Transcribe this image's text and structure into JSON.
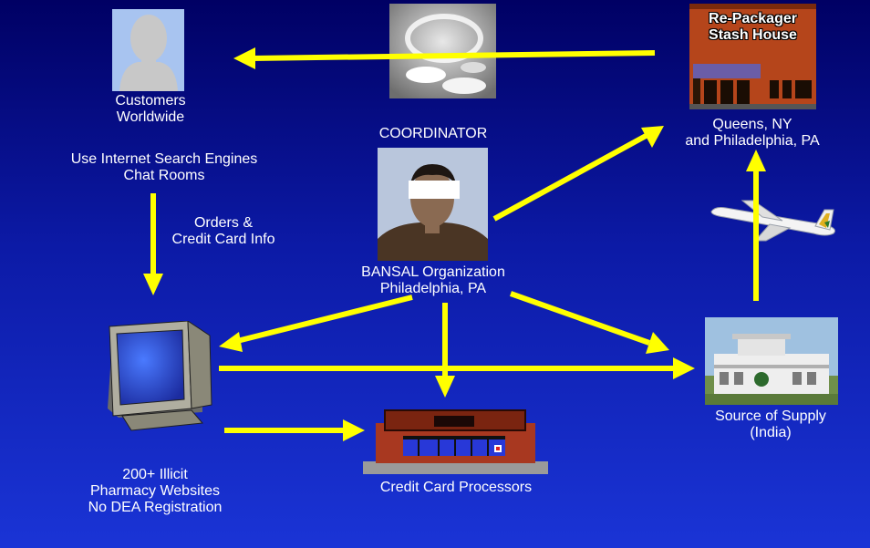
{
  "labels": {
    "customers_1": "Customers",
    "customers_2": "Worldwide",
    "search_1": "Use Internet Search Engines",
    "search_2": "Chat Rooms",
    "orders_1": "Orders &",
    "orders_2": "Credit Card Info",
    "coordinator": "COORDINATOR",
    "bansal_1": "BANSAL Organization",
    "bansal_2": "Philadelphia, PA",
    "repackager_1": "Re-Packager",
    "repackager_2": "Stash House",
    "queens_1": "Queens, NY",
    "queens_2": "and Philadelphia, PA",
    "supply_1": "Source of Supply",
    "supply_2": "(India)",
    "websites_1": "200+  Illicit",
    "websites_2": "Pharmacy Websites",
    "websites_3": "No DEA Registration",
    "processors": "Credit Card Processors"
  },
  "colors": {
    "arrow": "#ffff00",
    "text": "#ffffff"
  }
}
